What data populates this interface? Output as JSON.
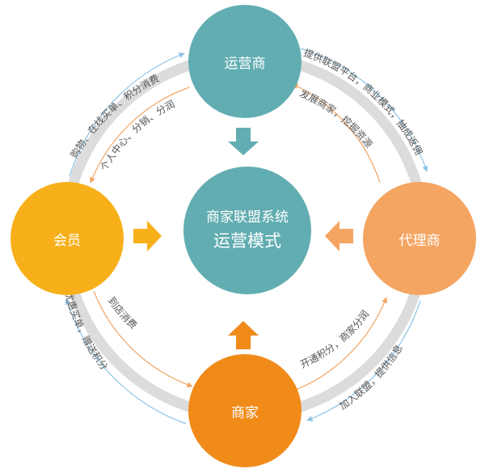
{
  "colors": {
    "teal": "#62adb1",
    "yellow": "#f7b01a",
    "orange": "#f08b1a",
    "peach": "#f4a562",
    "ring": "#dcdcdc",
    "blue_line": "#8cc3e5",
    "orange_line": "#f2a463",
    "label": "#555555"
  },
  "nodes": {
    "operator": "运营商",
    "member": "会员",
    "agent": "代理商",
    "merchant": "商家"
  },
  "center": {
    "line1": "商家联盟系统",
    "line2": "运营模式"
  },
  "flows": {
    "member_to_operator": "购物、在线买单、积分消费",
    "operator_to_member": "个人中心、分销、分润",
    "operator_to_agent": "提供联盟平台，商业模式，抽成返佣",
    "agent_to_operator": "发展商家，挖掘资源",
    "merchant_to_agent": "加入联盟，提供信息",
    "agent_to_merchant": "开通积分，商家分润",
    "merchant_to_member": "优惠买单，赠送积分",
    "member_to_merchant": "到店消费"
  }
}
